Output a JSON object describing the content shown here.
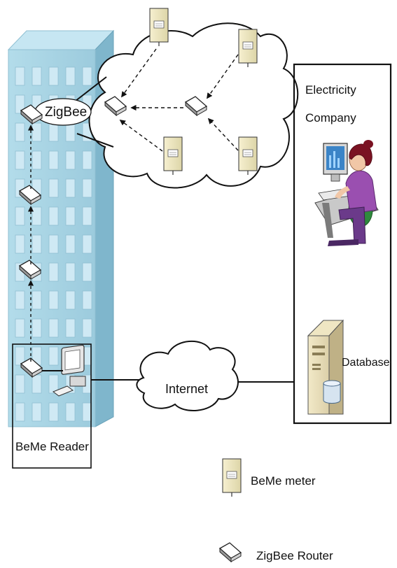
{
  "labels": {
    "zigbee": "ZigBee",
    "electricity_company": [
      "Electricity",
      "Company"
    ],
    "internet": "Internet",
    "database": "Database",
    "beme_reader": "BeMe Reader"
  },
  "legend": {
    "meter": "BeMe meter",
    "router": "ZigBee Router"
  },
  "colors": {
    "building_front": "#a8d4e4",
    "building_side": "#7fb6cc",
    "building_top": "#c6e6f2",
    "window": "#cfe9f4",
    "meter": "#f1ebc6",
    "outline": "#111111"
  },
  "icons": {
    "router": "zigbee-router-icon",
    "meter": "beme-meter-icon",
    "computer": "desktop-computer-icon",
    "server": "database-server-icon",
    "operator": "operator-at-computer-icon",
    "cloud": "cloud-icon"
  }
}
